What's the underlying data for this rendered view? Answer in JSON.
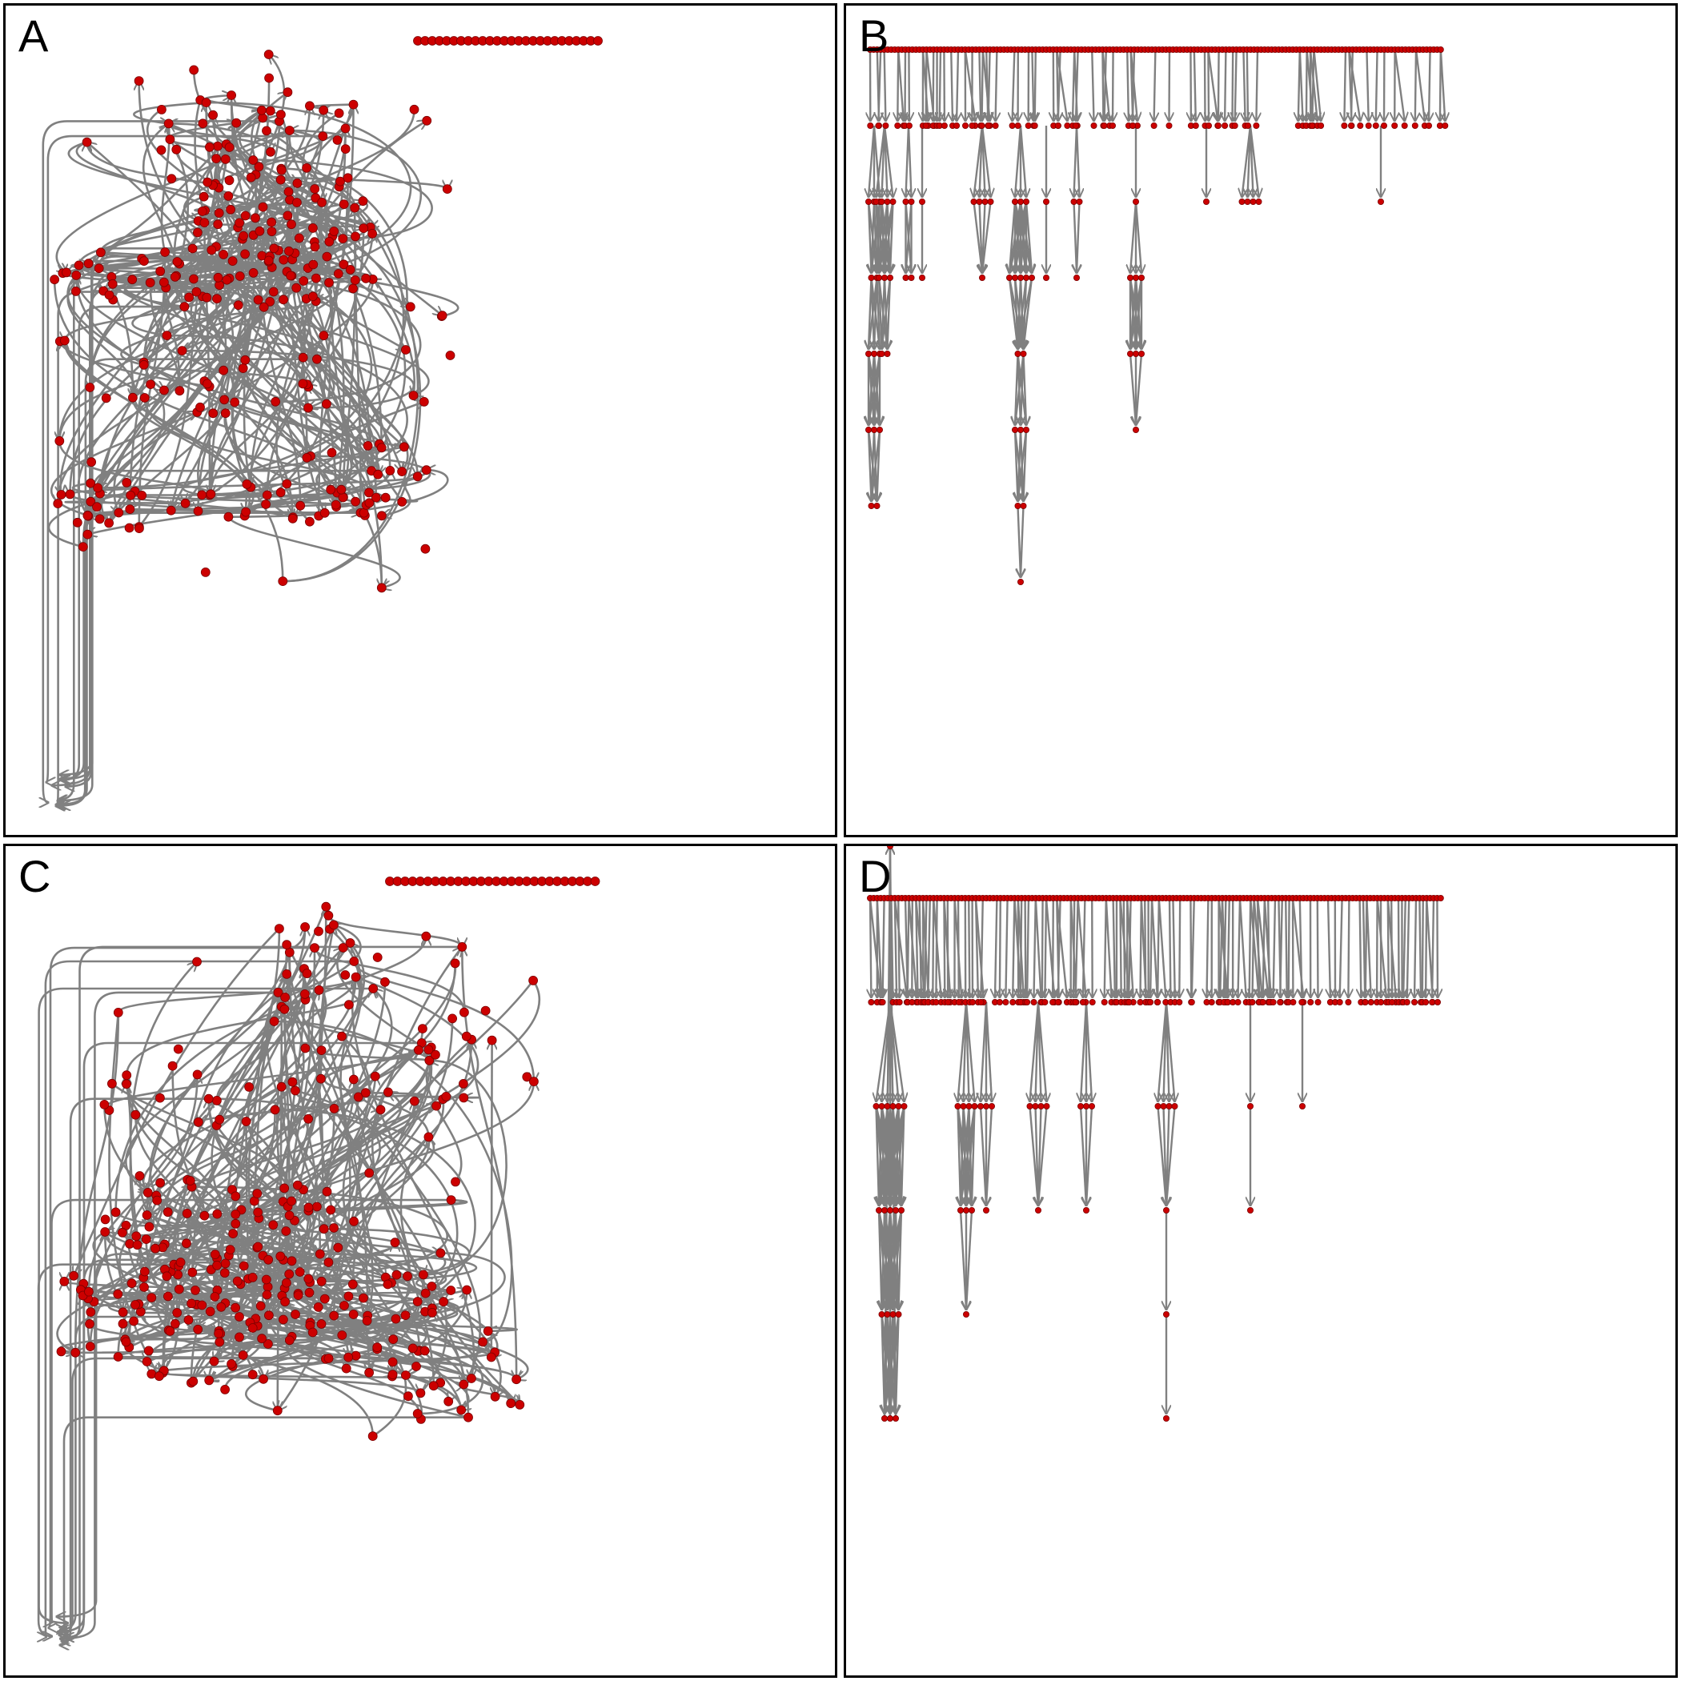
{
  "colors": {
    "node": "#cc0000",
    "node_stroke": "#7a0000",
    "edge": "#808080",
    "border": "#000000",
    "background": "#ffffff"
  },
  "panels": [
    {
      "label": "A",
      "kind": "hairball"
    },
    {
      "label": "B",
      "kind": "hierarchy"
    },
    {
      "label": "C",
      "kind": "hairball"
    },
    {
      "label": "D",
      "kind": "hierarchy"
    }
  ]
}
